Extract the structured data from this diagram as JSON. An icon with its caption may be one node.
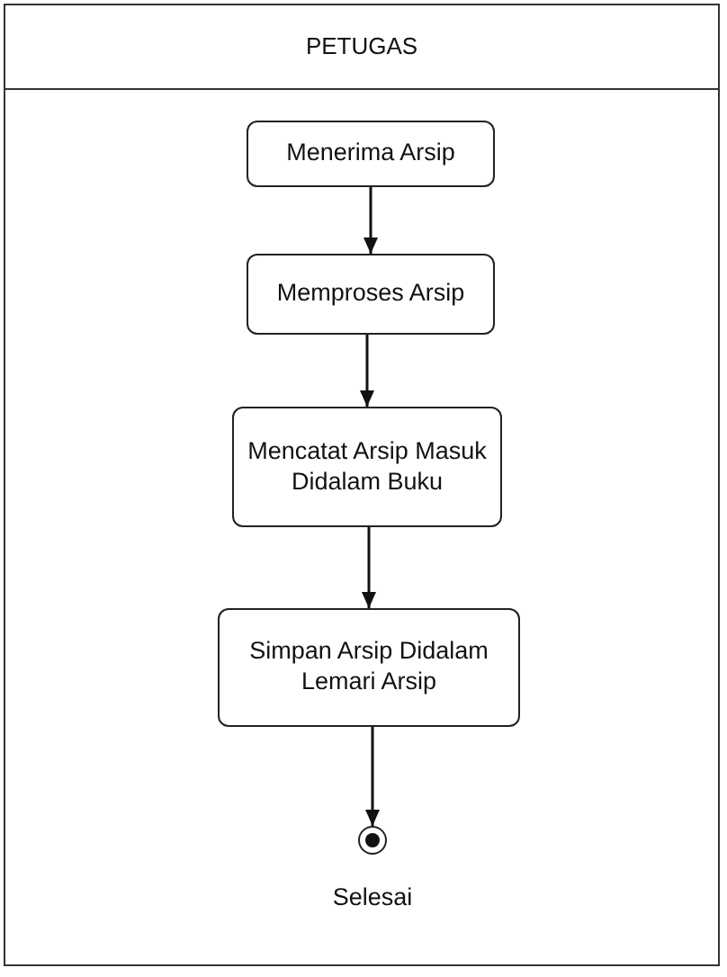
{
  "diagram": {
    "nodes": [
      {
        "text": [
          "PETUGAS"
        ]
      },
      {
        "text": [
          "Menerima Arsip"
        ],
        "in": 0
      },
      {
        "text": [
          "Memproses Arsip"
        ],
        "in": 0
      },
      {
        "text": [
          "Mencatat Arsip Masuk Didalam Buku"
        ],
        "in": 0
      },
      {
        "text": [
          "Simpan Arsip Didalam Lemari Arsip"
        ],
        "in": 0
      },
      {
        "text": [],
        "shape": "circle",
        "beside": [
          "Selesai"
        ],
        "in": 0
      }
    ],
    "edges": [
      {
        "from": 1,
        "to": 2,
        "arrow": "to"
      },
      {
        "from": 2,
        "to": 3,
        "arrow": "to"
      },
      {
        "from": 3,
        "to": 4,
        "arrow": "to"
      },
      {
        "from": 4,
        "to": 5,
        "arrow": "to"
      }
    ]
  }
}
